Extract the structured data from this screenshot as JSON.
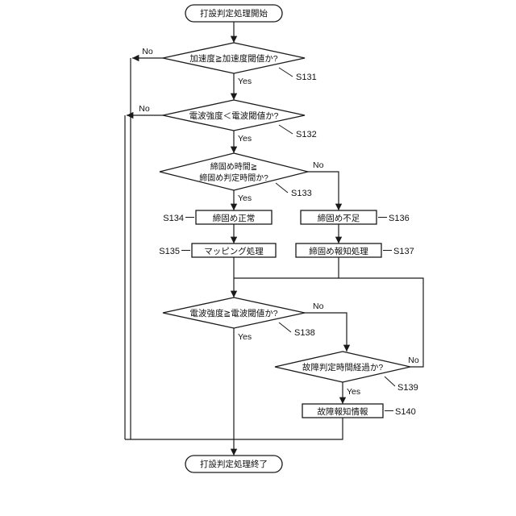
{
  "diagram": {
    "nodes": {
      "start": {
        "label": "打設判定処理開始"
      },
      "s131": {
        "step": "S131",
        "label": "加速度≧加速度閾値か?"
      },
      "s132": {
        "step": "S132",
        "label": "電波強度＜電波閾値か?"
      },
      "s133": {
        "step": "S133",
        "label_line1": "締固め時間≧",
        "label_line2": "締固め判定時間か?"
      },
      "s134": {
        "step": "S134",
        "label": "締固め正常"
      },
      "s135": {
        "step": "S135",
        "label": "マッピング処理"
      },
      "s136": {
        "step": "S136",
        "label": "締固め不足"
      },
      "s137": {
        "step": "S137",
        "label": "締固め報知処理"
      },
      "s138": {
        "step": "S138",
        "label": "電波強度≧電波閾値か?"
      },
      "s139": {
        "step": "S139",
        "label": "故障判定時間経過か?"
      },
      "s140": {
        "step": "S140",
        "label": "故障報知情報"
      },
      "end": {
        "label": "打設判定処理終了"
      }
    },
    "labels": {
      "yes": "Yes",
      "no": "No"
    },
    "colors": {
      "stroke": "#1a1a1a",
      "text": "#111111",
      "background": "#ffffff"
    }
  }
}
